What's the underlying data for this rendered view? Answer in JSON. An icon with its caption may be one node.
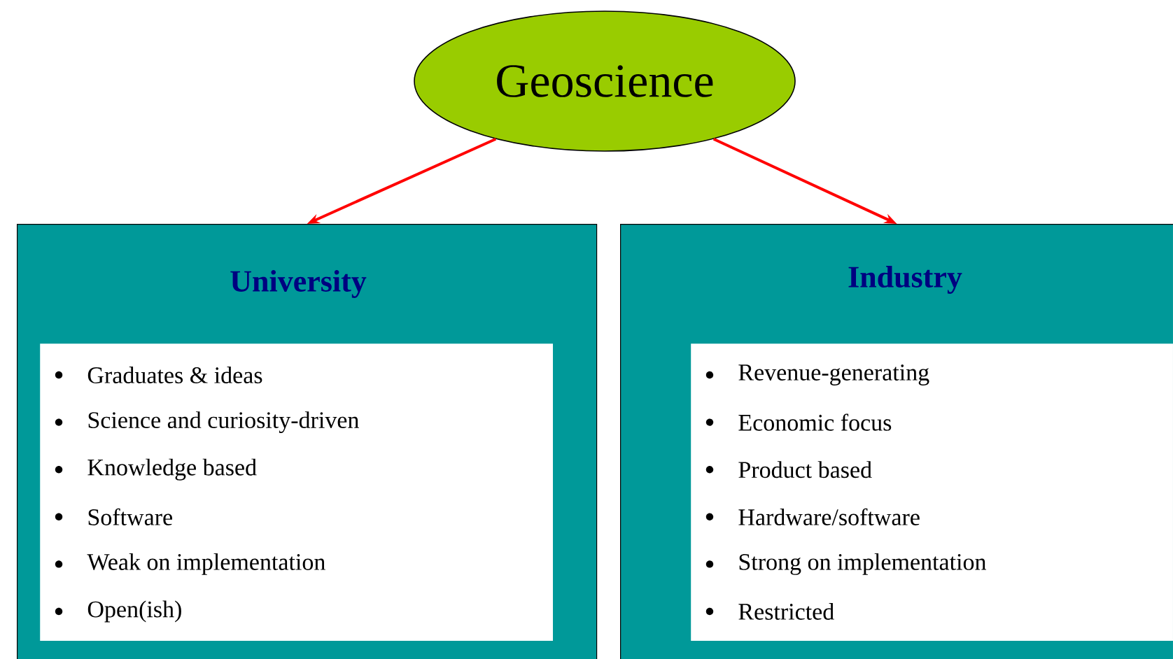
{
  "diagram": {
    "nodes": [
      {
        "text": [
          "Geoscience"
        ]
      },
      {
        "text": [
          "University"
        ]
      },
      {
        "text": [
          "Graduates & ideas",
          "Science and curiosity-driven",
          "Knowledge based",
          "Software",
          "Weak on implementation",
          "Open(ish)"
        ],
        "in": 1
      },
      {
        "text": [
          "Industry"
        ]
      },
      {
        "text": [
          "Revenue-generating",
          "Economic focus",
          "Product based",
          "Hardware/software",
          "Strong on implementation",
          "Restricted"
        ],
        "in": 3
      }
    ],
    "edges": [
      {
        "from": 0,
        "to": 1,
        "arrow": "to"
      },
      {
        "from": 0,
        "to": 3,
        "arrow": "to"
      }
    ]
  }
}
